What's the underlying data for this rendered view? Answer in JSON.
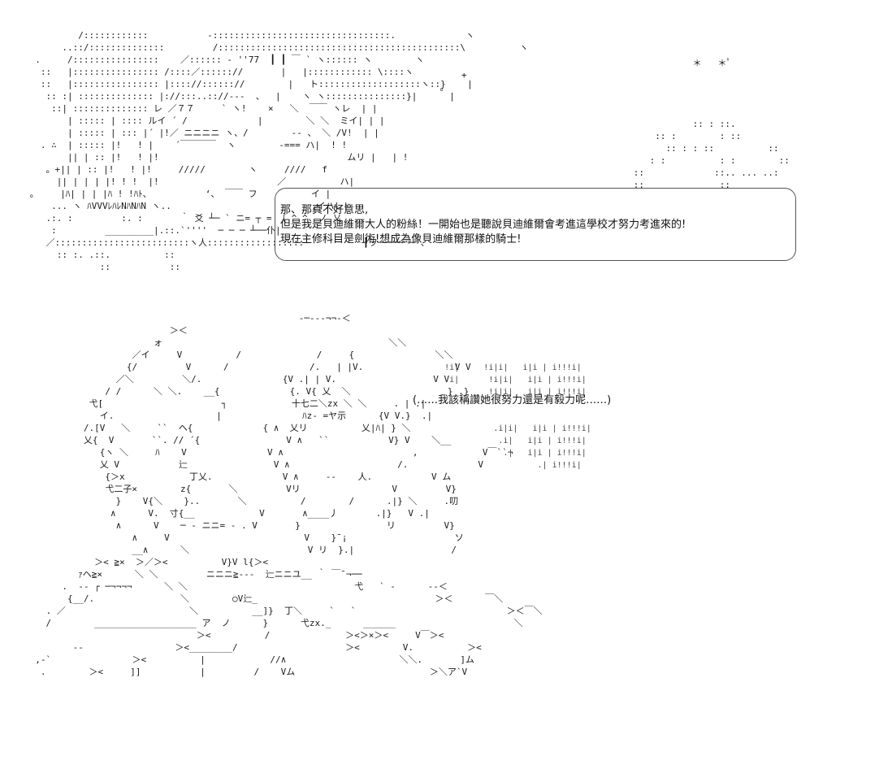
{
  "speech_bubble": {
    "lines": [
      "那、那真不好意思,",
      "但是我是貝迪維爾大人的粉絲！一開始也是聽說貝迪維爾會考進這學校才努力考進來的!",
      "現在主修科目是劍術!想成為像貝迪維爾那樣的騎士!"
    ]
  },
  "thought": {
    "text": "(……我該稱讚她很努力還是有毅力呢……)"
  },
  "ascii_art": {
    "top": "          /::::::::::::           -:::::::::::::::::::::::::::::::::.             ヽ\n       ..::/::::::::::::::         /:::::::::::::::::::::::::::::::::::::::::::::\\          ヽ\n  .     /::::::::::::::::    ／:::::: - ''77  ┃ ┃ ￣ ` ヽ:::::: ヽ        ヽ\n   ::   |:::::::::::::::: /::::／:::::://       |   |:::::::::::: \\::::ヽ\n   ::   |:::::::::::::::: |:::://:::::://        |   ト:::::::::::::::::::ヽ::}    |\n    :: :| :::::::::::::: |://:::..:://---  、  |    ヽ ヽ:::::::::::::::}|      |\n     ::| :::::::::::::: レ ／７７     ` ヽ!    ×   ＼  ￣￣ ヽレ  | |\n        | ::::: | :::: ルイ ´ /             |        ＼ ＼  ミイ| | |\n        | ::::: | ::: |´ |!／ ニニニニ ヽ、/        -- 、 ＼ /V!  | |\n   . ∴  | ::::: |!   ! |    ´￣￣￣￣  ヽ        -=== ハ|  ! !\n        || | :: |!   ! |!                                   ムリ |   | !\n    。+|| | :: |!   ! |!     /////        ヽ     ////   f\n      || | | | |! ! !  |!                      ／          ハ|\n 。    |ﾊ| | | |ﾊ ! !ﾊﾄ、          ‘、 ￣￣ フ          イ |\n     ... ヽ ﾊVVVﾚﾊﾚNﾊNﾊN ヽ..                          ,イハレ|\n    .:. :         :. :       ｀ 爻 ┴─ ` ニ= ┬ = 〔 ^ ^  ノ 乂\n     :         _________|.::.`''''  ─ ─ ─ ┴──仆|\n    ／:::::::::::::::::::::::::ヽ人::::::::::::::::::           ┨ヲ───── ─ 、\n      :: :. .::.          ::\n              ::           ::",
    "bottom": "                                                   -─--‐¬¬-＜\n                           ＞＜\n                        ォ                                          ＼＼\n                    ／イ     V          /              /     {               ＼＼\n                   {/         V      /               /.   | |V.                 V V\n                 ／＼         ＼/.               {V .| | V.                  V V\n               / /      ＼ ＼.    __{             {. V{ 乂  ＼                  } .}\n            弋[                      ┐            十七二＼zx ＼ ＼     . | .|\n              イ.                   |               ﾊz- =ヤ示      {V V.}  .|\n           /.[V   ＼     ``  ヘ{             { ∧  乂リ          乂|ﾊ| } ＼\n           乂{  V       ``. // ´{                V ∧   ``           V} V    ＼__\n              {ヽ ＼     ﾊ    V               V ∧                        ,            V￣``¬\n              乂 V           辷                V ∧                    /.             V\n               {＞x            丁乂.             V ∧     -‐    人.           V ム\n               弋二子×        z{       ＼         Vリ                 V         V}\n                 }    V{＼    }..       ＼          /        /      .|} ＼     .叨\n                ∧      V.  寸{__            V       ∧____丿       .|}   V .|\n                 ∧      V    ─ ‐ ニニ= - . V       }                リ         V}\n                    ∧     V                         V    }¯¡                    ソ\n                    __∧      ＼                      V リ  }.|                  /\n             ＞< ≧×  ＞／＞<          V}V l{＞<\n          ｧヘ≧×      ＼ ＼         ニニニ≧---  辷ニニユ__ ｀ ￣¯¬──\n       .  -‐ ┌ ─¬¬¬¬      ＼ ＼                               弋   ` ‐      --＜\n        {__/.                ＼        ○V辷_                                 ＞＜      ￣＼\n    . ／                       ＼          __]}  丁＼     `   `                            ＞＜￣＼\n    /        ___________________ ア  ノ      }      弋zx._      ______                      ＼\n                                ＞<          /              ＞<＞×＞<     V￣＞<\n         -‐                 ＞<________/                    ＞<        V.          ＞<\n  ,-`               ＞<          |            //∧                     ＼＼.       ]ム\n   .        ＞<     ]]           |         /    Vム                         ＞＼ア`V",
    "stars": "                                                      ＊   ＊ﾟ\n           +\n       。\n\n\n                                                      :: : ::.\n                                               :: :        : ::\n                                                 :: : : ::          ::\n                                              : :          : :        ::\n                                           ::             ::.. ... ..:\n                                           ::              ::",
    "shading": "       !i|     !i|i|   i|i | i!!!i|\n        i|      !i|i|   i|i | i!!!i|\n                !i|i|   i|i | i!!!i|\n\n\n                 .i|i|   i|i | i!!!i|\n                  .i|   i|i | i!!!i|\n                   .|   i|i | i!!!i|\n                          .| i!!!i|"
  }
}
